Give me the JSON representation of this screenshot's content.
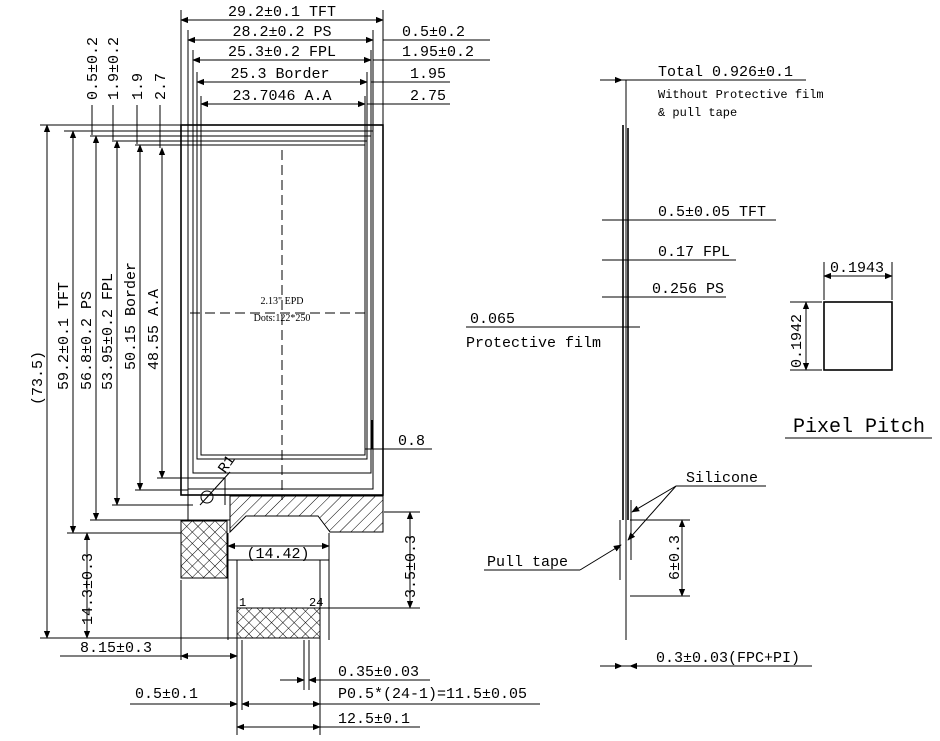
{
  "front_view": {
    "top_dims": {
      "tft": "29.2±0.1 TFT",
      "ps": "28.2±0.2 PS",
      "fpl": "25.3±0.2 FPL",
      "border": "25.3 Border",
      "aa": "23.7046 A.A"
    },
    "right_dims": {
      "d1": "0.5±0.2",
      "d2": "1.95±0.2",
      "d3": "1.95",
      "d4": "2.75"
    },
    "left_top_dims": {
      "d1": "0.5±0.2",
      "d2": "1.9±0.2",
      "d3": "1.9",
      "d4": "2.7"
    },
    "vertical_dims": {
      "total": "(73.5)",
      "tft": "59.2±0.1 TFT",
      "ps": "56.8±0.2 PS",
      "fpl": "53.95±0.2 FPL",
      "border": "50.15 Border",
      "aa": "48.55 A.A"
    },
    "center_label_line1": "2.13\" EPD",
    "center_label_line2": "Dots:122*250",
    "corner_radius": "R1",
    "gap": "0.8",
    "fpc_width": "(14.42)",
    "fpc_length": "14.3±0.3",
    "fpc_offset_v": "3.5±0.3",
    "fpc_offset_h": "8.15±0.3",
    "pin_first": "1",
    "pin_last": "24",
    "pin_width": "0.35±0.03",
    "pitch": "P0.5*(24-1)=11.5±0.05",
    "margin": "0.5±0.1",
    "connector_width": "12.5±0.1"
  },
  "side_view": {
    "total": "Total 0.926±0.1",
    "note_line1": "Without Protective film",
    "note_line2": "& pull tape",
    "tft": "0.5±0.05 TFT",
    "fpl": "0.17 FPL",
    "ps": "0.256 PS",
    "pf_value": "0.065",
    "pf_label": "Protective film",
    "silicone": "Silicone",
    "pull_tape": "Pull tape",
    "dim_6": "6±0.3",
    "fpc_pi": "0.3±0.03(FPC+PI)"
  },
  "pixel_pitch": {
    "width": "0.1943",
    "height": "0.1942",
    "title": "Pixel Pitch"
  }
}
